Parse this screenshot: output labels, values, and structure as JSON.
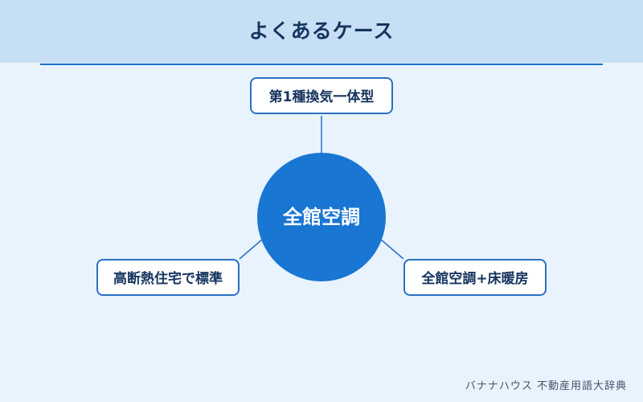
{
  "header": {
    "title": "よくあるケース"
  },
  "diagram": {
    "center": "全館空調",
    "nodes": {
      "top": "第1種換気一体型",
      "left": "高断熱住宅で標準",
      "right": "全館空調+床暖房"
    }
  },
  "footer": {
    "credit": "バナナハウス 不動産用語大辞典"
  },
  "colors": {
    "background": "#e8f3fd",
    "header_bg": "#c6dff5",
    "accent": "#1a6fc9",
    "circle": "#1976d2",
    "text_dark": "#16345f"
  }
}
